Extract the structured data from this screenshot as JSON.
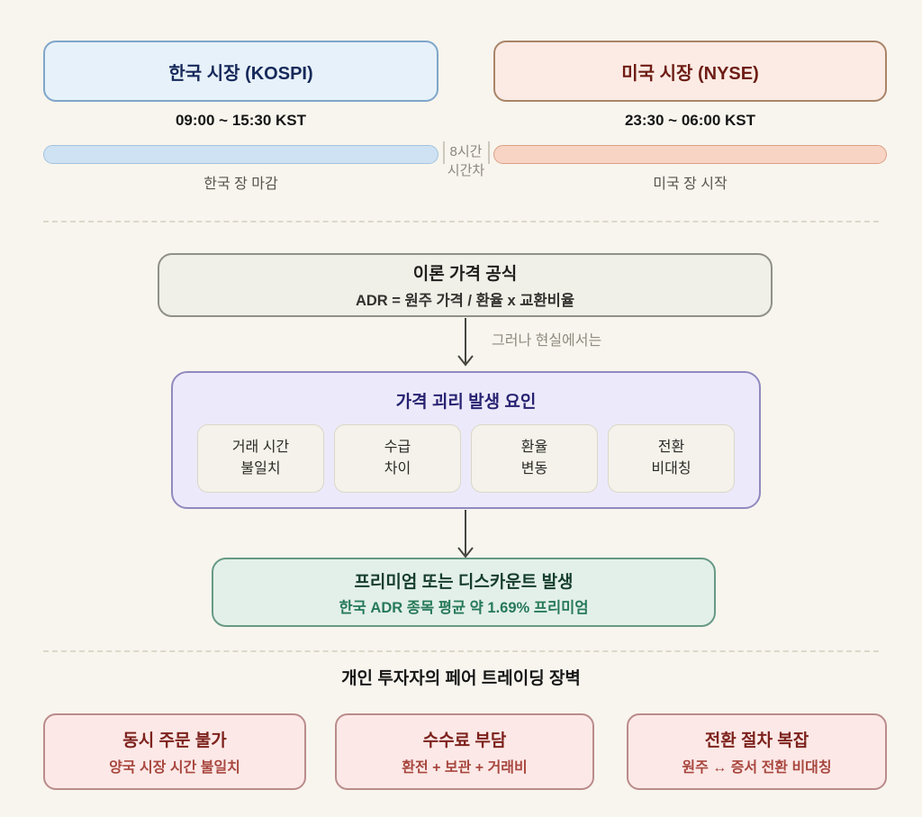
{
  "markets": {
    "korea": {
      "title": "한국 시장 (KOSPI)",
      "hours": "09:00 ~ 15:30 KST",
      "bar_label": "한국 장 마감"
    },
    "us": {
      "title": "미국 시장 (NYSE)",
      "hours": "23:30 ~ 06:00 KST",
      "bar_label": "미국 장 시작"
    },
    "gap_label": "8시간\n시간차"
  },
  "formula": {
    "title": "이론 가격 공식",
    "expression": "ADR = 원주 가격 / 환율 x 교환비율"
  },
  "arrow_note": "그러나 현실에서는",
  "factors": {
    "title": "가격 괴리 발생 요인",
    "items": [
      {
        "label": "거래 시간\n불일치"
      },
      {
        "label": "수급\n차이"
      },
      {
        "label": "환율\n변동"
      },
      {
        "label": "전환\n비대칭"
      }
    ]
  },
  "result": {
    "title": "프리미엄 또는 디스카운트 발생",
    "subtitle": "한국 ADR 종목 평균 약 1.69% 프리미엄"
  },
  "barriers": {
    "title": "개인 투자자의 페어 트레이딩 장벽",
    "items": [
      {
        "title": "동시 주문 불가",
        "subtitle": "양국 시장 시간 불일치"
      },
      {
        "title": "수수료 부담",
        "subtitle": "환전 + 보관 + 거래비"
      },
      {
        "title": "전환 절차 복잡",
        "subtitle": "원주 ↔ 증서 전환 비대칭"
      }
    ]
  },
  "colors": {
    "background": "#f8f5ee",
    "korea_fill": "#e7f1f9",
    "korea_border": "#7fa6c9",
    "korea_text": "#16295a",
    "us_fill": "#fcebe4",
    "us_border": "#a98469",
    "us_text": "#6d1d15",
    "factors_fill": "#eceafa",
    "factors_border": "#9089bf",
    "result_fill": "#e3f0e9",
    "result_border": "#679a85",
    "barrier_fill": "#fce9e7",
    "barrier_border": "#ba8b8b"
  }
}
